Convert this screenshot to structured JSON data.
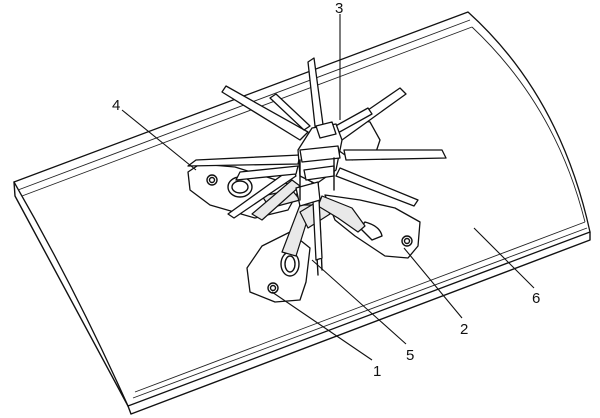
{
  "figure": {
    "labels": [
      {
        "id": "label-1",
        "text": "1"
      },
      {
        "id": "label-2",
        "text": "2"
      },
      {
        "id": "label-3",
        "text": "3"
      },
      {
        "id": "label-4",
        "text": "4"
      },
      {
        "id": "label-5",
        "text": "5"
      },
      {
        "id": "label-6",
        "text": "6"
      }
    ],
    "colors": {
      "line": "#111111",
      "background": "#ffffff",
      "shade": "#e9e9e9"
    }
  }
}
